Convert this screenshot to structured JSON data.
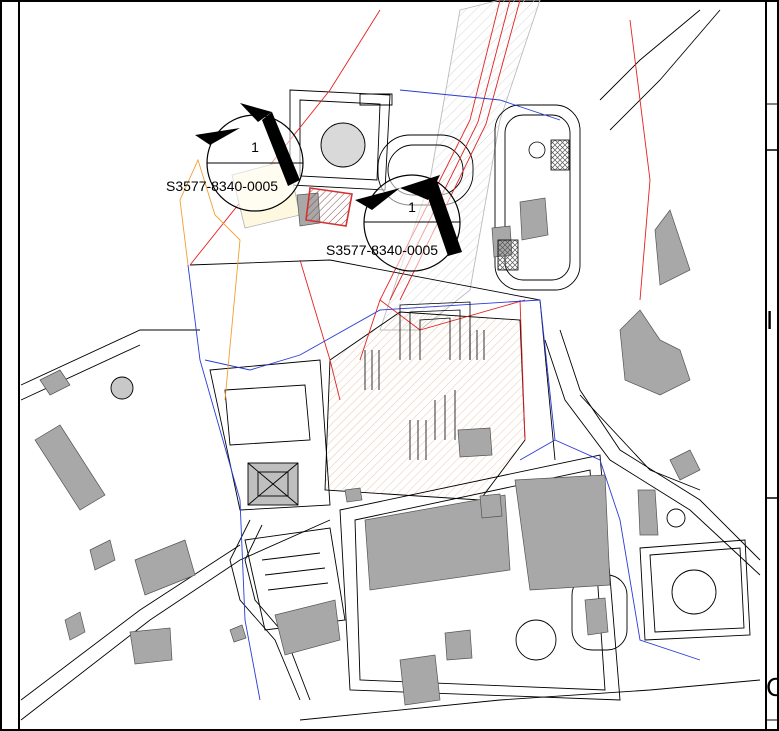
{
  "callouts": [
    {
      "number": "1",
      "sheet_ref": "S3577-8340-0005"
    },
    {
      "number": "1",
      "sheet_ref": "S3577-8340-0005"
    }
  ],
  "title_block": {
    "edge_letter_1": "I",
    "edge_letter_2": "C"
  },
  "colors": {
    "linework": "#000000",
    "red_boundary": "#e52020",
    "blue_boundary": "#2a3bd6",
    "orange_line": "#f0a030",
    "building_fill": "#a8a8a8",
    "hatch_fill": "#fdf5e4",
    "highlight": "#d63030"
  }
}
